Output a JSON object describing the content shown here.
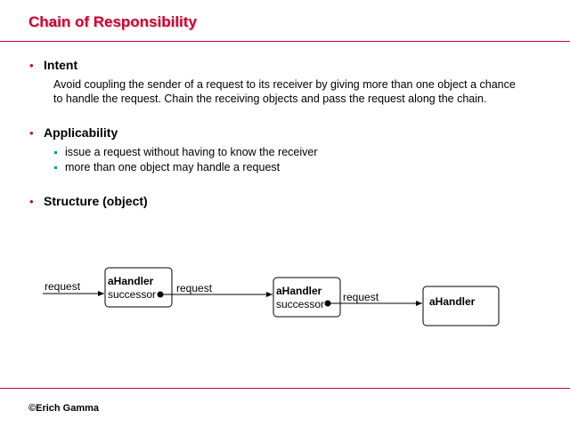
{
  "slide": {
    "title": "Chain of Responsibility",
    "intent": {
      "heading": "Intent",
      "lines": [
        "Avoid coupling the sender of a request to its receiver by giving more than one object a chance",
        "to handle the request. Chain the receiving objects and pass the request along the chain."
      ]
    },
    "applicability": {
      "heading": "Applicability",
      "items": [
        "issue a request without having to know the receiver",
        "more than one object may handle a request"
      ]
    },
    "structure": {
      "heading": "Structure (object)"
    },
    "diagram": {
      "request_in": "request",
      "handler1": {
        "name": "aHandler",
        "field": "successor"
      },
      "request_1_2": "request",
      "handler2": {
        "name": "aHandler",
        "field": "successor"
      },
      "request_2_3": "request",
      "handler3": {
        "name": "aHandler"
      }
    },
    "footer": "©Erich Gamma",
    "colors": {
      "accent": "#cc0033",
      "sub_bullet": "#009999"
    }
  }
}
